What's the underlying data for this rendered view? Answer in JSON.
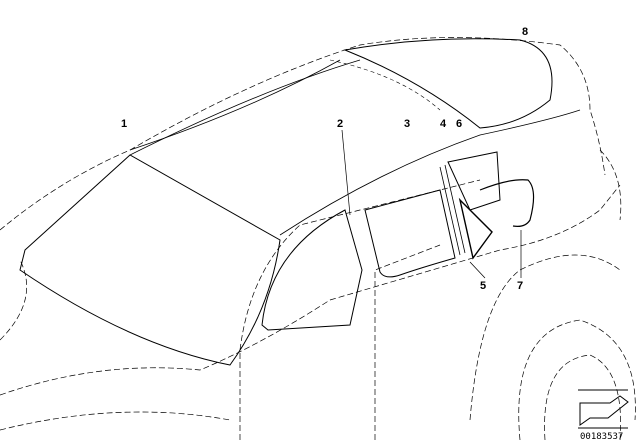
{
  "diagram": {
    "part_labels": {
      "p1": "1",
      "p2": "2",
      "p3": "3",
      "p4": "4",
      "p5": "5",
      "p6": "6",
      "p7": "7",
      "p8": "8"
    },
    "document_id": "00183537",
    "colors": {
      "line": "#000000",
      "background": "#ffffff"
    }
  }
}
